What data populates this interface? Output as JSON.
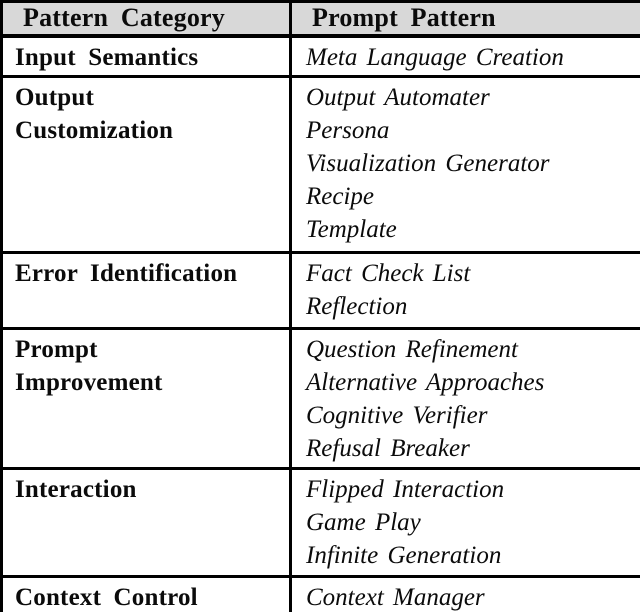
{
  "table": {
    "title": "prompt-pattern-catalog-table",
    "headers": [
      "Pattern Category",
      "Prompt Pattern"
    ],
    "colors": {
      "header_bg": "#d8d8d8",
      "border": "#000000",
      "text": "#0b0b0b",
      "cell_bg": "#ffffff"
    },
    "rows": [
      {
        "category_lines": [
          "Input Semantics"
        ],
        "patterns": [
          "Meta Language Creation"
        ]
      },
      {
        "category_lines": [
          "Output",
          "Customization"
        ],
        "patterns": [
          "Output Automater",
          "Persona",
          "Visualization Generator",
          "Recipe",
          "Template"
        ]
      },
      {
        "category_lines": [
          "Error Identification"
        ],
        "patterns": [
          "Fact Check List",
          "Reflection"
        ]
      },
      {
        "category_lines": [
          "Prompt",
          "Improvement"
        ],
        "patterns": [
          "Question Refinement",
          "Alternative Approaches",
          "Cognitive Verifier",
          "Refusal Breaker"
        ]
      },
      {
        "category_lines": [
          "Interaction"
        ],
        "patterns": [
          "Flipped Interaction",
          "Game Play",
          "Infinite Generation"
        ]
      },
      {
        "category_lines": [
          "Context Control"
        ],
        "patterns": [
          "Context Manager"
        ]
      }
    ]
  }
}
